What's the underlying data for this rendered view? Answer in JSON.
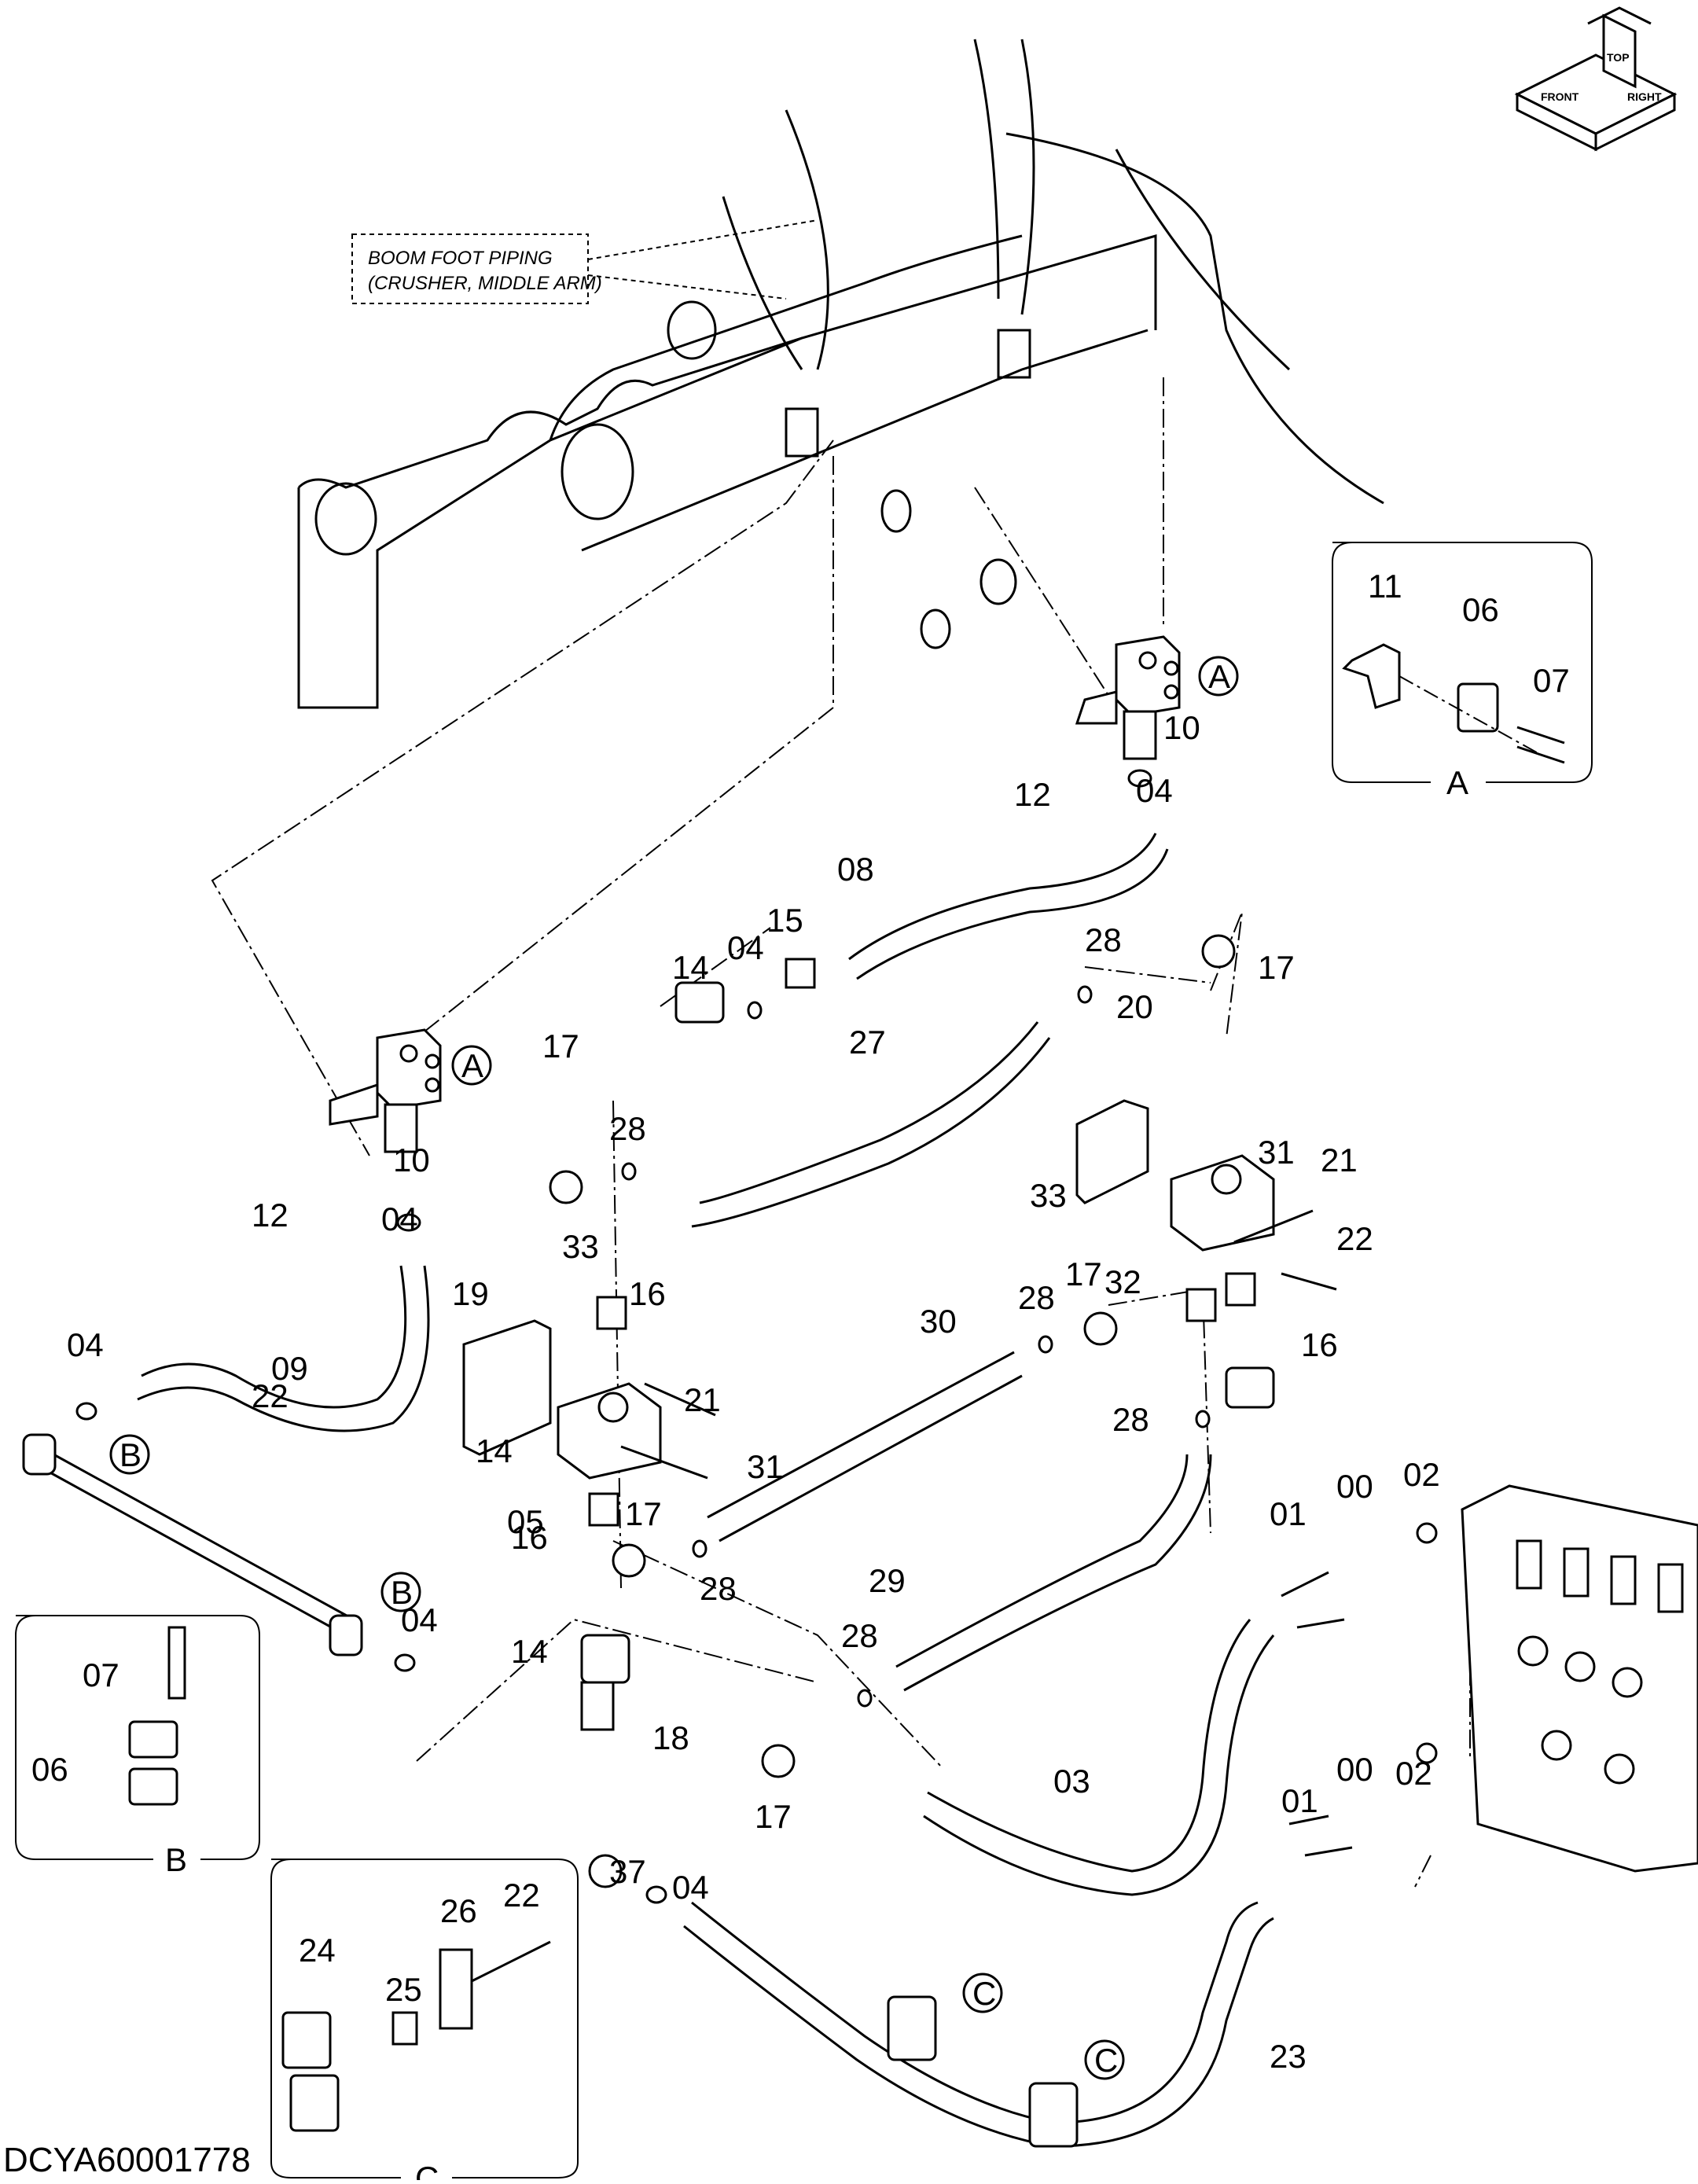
{
  "drawing_code": "DCYA60001778",
  "note": {
    "line1": "BOOM FOOT PIPING",
    "line2": "(CRUSHER, MIDDLE ARM)"
  },
  "orientation": {
    "top": "TOP",
    "front": "FRONT",
    "right": "RIGHT"
  },
  "callouts": {
    "A1": "A",
    "A2": "A",
    "B1": "B",
    "B2": "B",
    "C1": "C",
    "C2": "C"
  },
  "detail_views": {
    "A": {
      "title": "A",
      "parts": [
        "11",
        "06",
        "07"
      ]
    },
    "B": {
      "title": "B",
      "parts": [
        "07",
        "06"
      ]
    },
    "C": {
      "title": "C",
      "parts": [
        "24",
        "25",
        "26",
        "22"
      ]
    }
  },
  "part_labels": [
    "10",
    "12",
    "04",
    "08",
    "15",
    "04",
    "14",
    "28",
    "17",
    "27",
    "17",
    "28",
    "20",
    "31",
    "21",
    "33",
    "22",
    "10",
    "12",
    "04",
    "33",
    "16",
    "19",
    "21",
    "04",
    "09",
    "30",
    "28",
    "17",
    "32",
    "16",
    "14",
    "31",
    "22",
    "05",
    "16",
    "17",
    "28",
    "28",
    "02",
    "00",
    "01",
    "29",
    "04",
    "14",
    "28",
    "18",
    "17",
    "03",
    "37",
    "04",
    "01",
    "00",
    "02",
    "23"
  ]
}
